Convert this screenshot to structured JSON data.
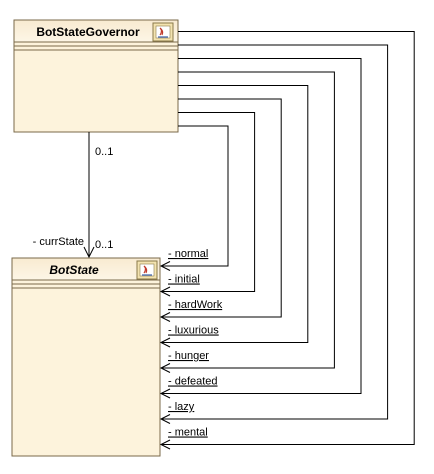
{
  "colors": {
    "class_fill": "#fdf3dc",
    "class_header_fill": "#f7e7bf",
    "class_stroke": "#7a6a4a",
    "line": "#000000"
  },
  "classes": {
    "governor": {
      "name": "BotStateGovernor",
      "icon": "java-class-icon"
    },
    "state": {
      "name": "BotState",
      "icon": "java-class-icon"
    }
  },
  "association": {
    "governor_multiplicity": "0..1",
    "state_multiplicity": "0..1",
    "role": "- currState"
  },
  "states": [
    {
      "label": "- normal"
    },
    {
      "label": "- initial"
    },
    {
      "label": "- hardWork"
    },
    {
      "label": "- luxurious"
    },
    {
      "label": "- hunger"
    },
    {
      "label": "- defeated"
    },
    {
      "label": "- lazy"
    },
    {
      "label": "- mental"
    }
  ]
}
